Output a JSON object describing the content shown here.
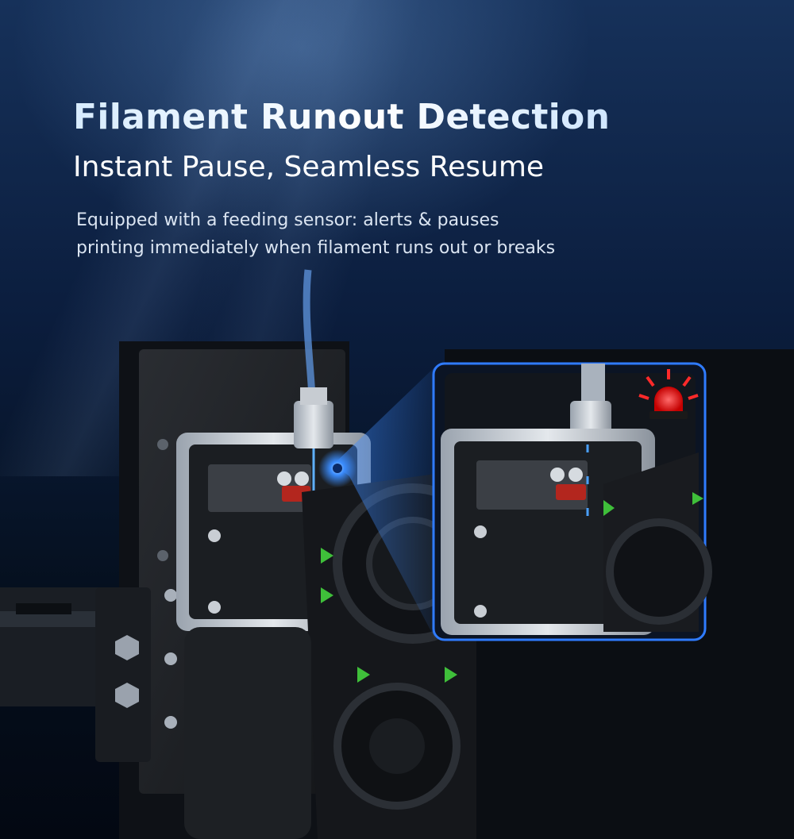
{
  "heading": {
    "title": "Filament Runout Detection",
    "subtitle": "Instant Pause, Seamless Resume"
  },
  "description": {
    "line1": "Equipped with a feeding sensor: alerts & pauses",
    "line2": "printing immediately when filament runs out or breaks"
  },
  "icons": {
    "alarm": "red-alarm-light-icon",
    "sensor": "sensor-glow-icon"
  },
  "colors": {
    "background": "#0b1d3d",
    "accent_blue": "#2f7bff",
    "alarm_red": "#ff1e1e",
    "fan_green": "#3fbf3a"
  }
}
